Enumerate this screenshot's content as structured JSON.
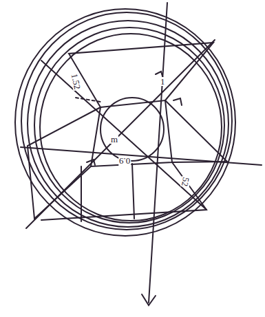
{
  "diagram": {
    "labels": [
      "1.52",
      "1",
      "m",
      "0.9",
      "52"
    ]
  }
}
